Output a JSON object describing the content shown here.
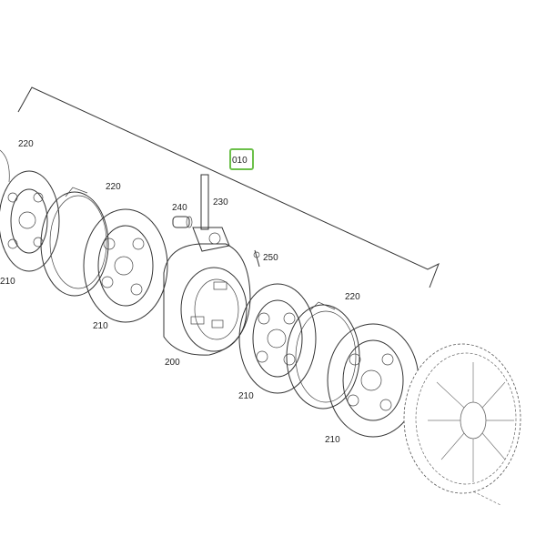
{
  "diagram": {
    "labels": {
      "group": "010",
      "p220_a": "220",
      "p220_b": "220",
      "p220_c": "220",
      "p210_a": "210",
      "p210_b": "210",
      "p210_c": "210",
      "p210_d": "210",
      "p200": "200",
      "p230": "230",
      "p240": "240",
      "p250": "250"
    },
    "colors": {
      "highlight": "#6cc04a",
      "ink": "#333333"
    }
  }
}
